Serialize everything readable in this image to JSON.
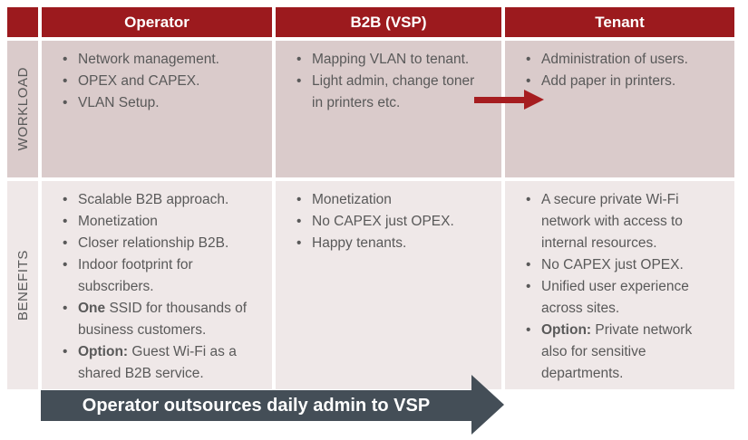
{
  "colors": {
    "header_bg": "#9C1A1E",
    "workload_bg": "#DACBCB",
    "benefits_bg": "#EFE8E8",
    "banner_bg": "#444E57",
    "arrow_red": "#A61D20",
    "text": "#595959"
  },
  "table": {
    "columns": [
      {
        "label": "Operator"
      },
      {
        "label": "B2B (VSP)"
      },
      {
        "label": "Tenant"
      }
    ],
    "rows": [
      {
        "label": "WORKLOAD",
        "cells": [
          {
            "items": [
              [
                {
                  "t": "Network management."
                }
              ],
              [
                {
                  "t": "OPEX and CAPEX."
                }
              ],
              [
                {
                  "t": "VLAN Setup."
                }
              ]
            ]
          },
          {
            "items": [
              [
                {
                  "t": "Mapping VLAN to tenant."
                }
              ],
              [
                {
                  "t": "Light admin, change toner in printers etc."
                }
              ]
            ]
          },
          {
            "items": [
              [
                {
                  "t": "Administration of users."
                }
              ],
              [
                {
                  "t": "Add paper in printers."
                }
              ]
            ]
          }
        ]
      },
      {
        "label": "BENEFITS",
        "cells": [
          {
            "items": [
              [
                {
                  "t": "Scalable B2B approach."
                }
              ],
              [
                {
                  "t": "Monetization"
                }
              ],
              [
                {
                  "t": "Closer relationship B2B."
                }
              ],
              [
                {
                  "t": "Indoor footprint for subscribers."
                }
              ],
              [
                {
                  "t": "One",
                  "b": true
                },
                {
                  "t": " SSID for thousands of business customers."
                }
              ],
              [
                {
                  "t": "Option:",
                  "b": true
                },
                {
                  "t": " Guest Wi-Fi as a shared B2B service."
                }
              ]
            ]
          },
          {
            "items": [
              [
                {
                  "t": "Monetization"
                }
              ],
              [
                {
                  "t": "No CAPEX just OPEX."
                }
              ],
              [
                {
                  "t": "Happy tenants."
                }
              ]
            ]
          },
          {
            "items": [
              [
                {
                  "t": "A secure private Wi-Fi network with access to internal resources."
                }
              ],
              [
                {
                  "t": "No CAPEX just OPEX."
                }
              ],
              [
                {
                  "t": "Unified user experience across sites."
                }
              ],
              [
                {
                  "t": "Option:",
                  "b": true
                },
                {
                  "t": " Private network also for sensitive departments."
                }
              ]
            ]
          }
        ]
      }
    ]
  },
  "banner": {
    "label": "Operator outsources daily admin to VSP"
  }
}
